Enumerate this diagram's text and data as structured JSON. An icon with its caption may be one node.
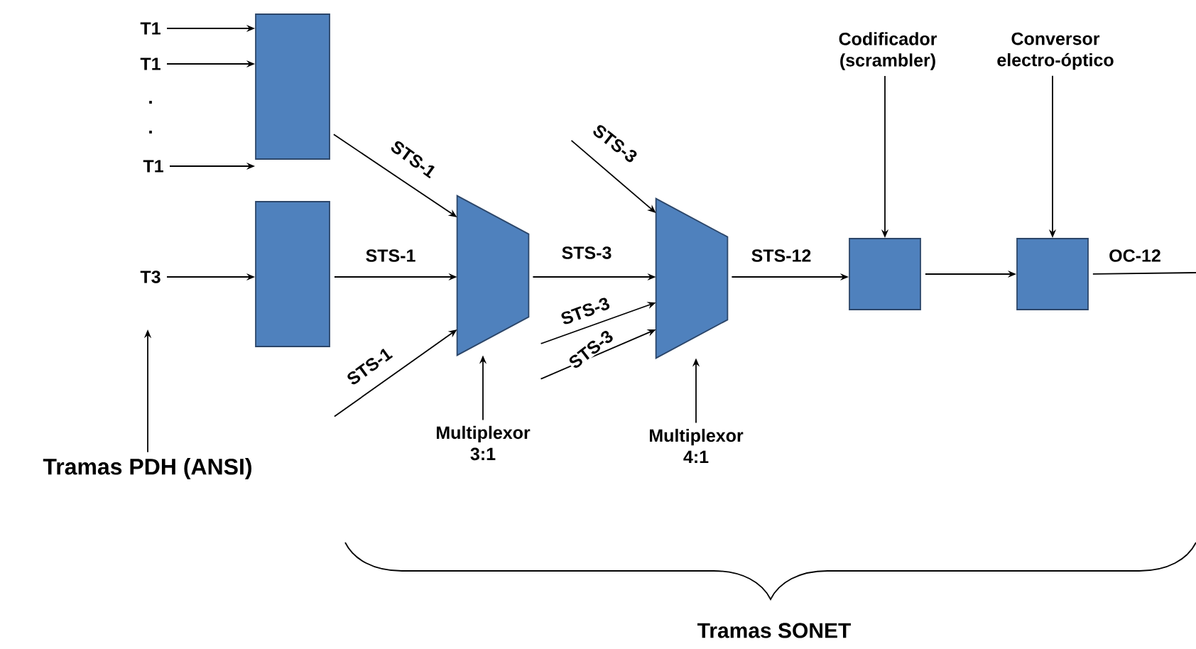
{
  "diagram": {
    "nodes": [
      {
        "text": [
          "T1"
        ]
      },
      {
        "text": [
          "T1"
        ]
      },
      {
        "text": [
          "T1"
        ]
      },
      {
        "text": [
          "T3"
        ]
      },
      {
        "text": [
          "Tramas PDH (ANSI)"
        ]
      },
      {
        "text": [],
        "shape": "box"
      },
      {
        "text": [],
        "shape": "box"
      },
      {
        "text": [],
        "shape": "trapezoid"
      },
      {
        "text": [
          "Multiplexor 3:1"
        ]
      },
      {
        "text": [],
        "shape": "trapezoid"
      },
      {
        "text": [
          "Multiplexor 4:1"
        ]
      },
      {
        "text": [],
        "shape": "box"
      },
      {
        "text": [
          "Codificador (scrambler)"
        ]
      },
      {
        "text": [],
        "shape": "box"
      },
      {
        "text": [
          "Conversor electro-óptico"
        ]
      }
    ],
    "edges": [
      {
        "from": 0,
        "to": 5,
        "arrow": "to"
      },
      {
        "from": 1,
        "to": 5,
        "arrow": "to"
      },
      {
        "from": 2,
        "to": 5,
        "arrow": "to"
      },
      {
        "from": 3,
        "to": 6,
        "arrow": "to"
      },
      {
        "from": 4,
        "to": null,
        "arrow": "to"
      },
      {
        "from": 5,
        "to": 7,
        "arrow": "to",
        "label": "STS-1"
      },
      {
        "from": 6,
        "to": 7,
        "arrow": "to",
        "label": "STS-1"
      },
      {
        "from": null,
        "to": 7,
        "arrow": "to",
        "label": "STS-1"
      },
      {
        "from": 8,
        "to": 7,
        "arrow": "to"
      },
      {
        "from": 7,
        "to": 9,
        "arrow": "to",
        "label": "STS-3"
      },
      {
        "from": null,
        "to": 9,
        "arrow": "to",
        "label": "STS-3"
      },
      {
        "from": null,
        "to": 9,
        "arrow": "to",
        "label": "STS-3"
      },
      {
        "from": null,
        "to": 9,
        "arrow": "to",
        "label": "STS-3"
      },
      {
        "from": 10,
        "to": 9,
        "arrow": "to"
      },
      {
        "from": 9,
        "to": 11,
        "arrow": "to",
        "label": "STS-12"
      },
      {
        "from": 12,
        "to": 11,
        "arrow": "to"
      },
      {
        "from": 11,
        "to": 13,
        "arrow": "to"
      },
      {
        "from": 14,
        "to": 13,
        "arrow": "to"
      },
      {
        "from": 13,
        "to": null,
        "arrow": "none",
        "label": "OC-12"
      }
    ],
    "labels": [
      ".",
      ".",
      "Tramas SONET"
    ]
  }
}
